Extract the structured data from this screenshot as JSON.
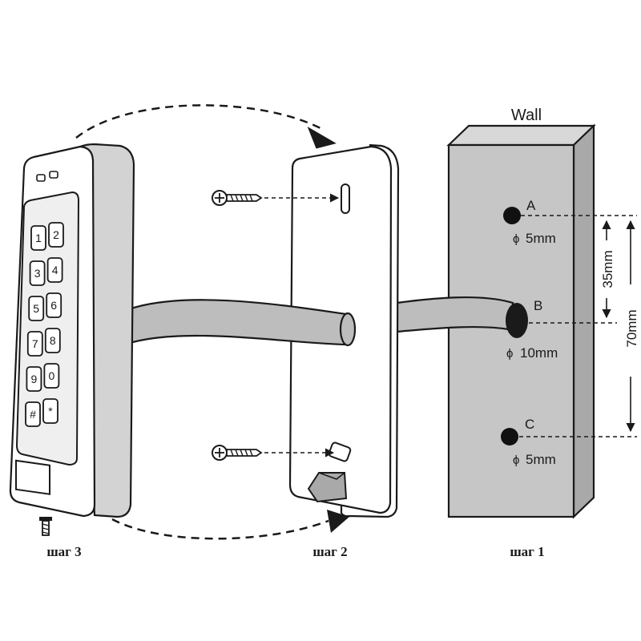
{
  "wall_label": "Wall",
  "holes": [
    {
      "letter": "A",
      "diameter": "5mm"
    },
    {
      "letter": "B",
      "diameter": "10mm"
    },
    {
      "letter": "C",
      "diameter": "5mm"
    }
  ],
  "dimensions": {
    "ab": "35mm",
    "ac": "70mm"
  },
  "keypad_keys": [
    "1",
    "2",
    "3",
    "4",
    "5",
    "6",
    "7",
    "8",
    "9",
    "0",
    "#",
    "*"
  ],
  "steps": {
    "step3": "шаг 3",
    "step2": "шаг 2",
    "step1": "шаг 1"
  },
  "colors": {
    "wall": "#c6c6c6",
    "cable": "#bdbdbd",
    "line": "#1a1a1a"
  }
}
